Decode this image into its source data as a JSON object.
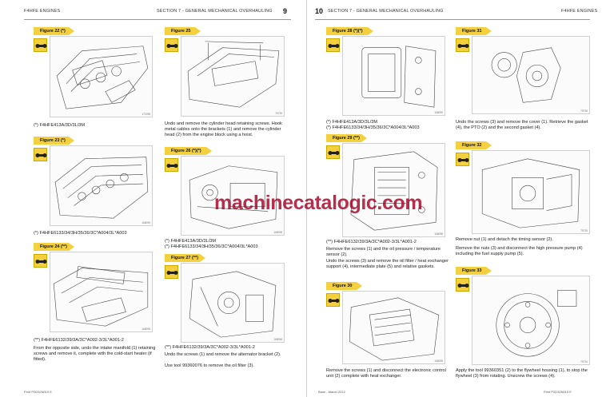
{
  "left_page": {
    "header_left": "F4HFE ENGINES",
    "header_center": "SECTION 7 - GENERAL MECHANICAL OVERHAULING",
    "page_number": "9",
    "footer": "Print P2D32N019 E",
    "figures": {
      "fig22": {
        "title": "Figure 22 (*)",
        "code": "171598"
      },
      "fig23": {
        "title": "Figure 23 (*)",
        "code": "168099"
      },
      "fig24": {
        "title": "Figure 24 (**)",
        "code": "168098"
      },
      "fig25": {
        "title": "Figure 25",
        "code": "75730"
      },
      "fig26": {
        "title": "Figure 26 (*)(*)",
        "code": "168098"
      },
      "fig27": {
        "title": "Figure 27 (**)",
        "code": "168098"
      }
    },
    "texts": {
      "fig22_note": "(*) F4HFE413A/3D/3L/3M",
      "fig23_note": "(*) F4HFE6133/34/3H/35/36/3C*A004/3L*A003",
      "fig24_note": "(**) F4HFE6132/39/3A/3C*A002-3/3L*A001-2",
      "fig24_body": "From the opposite side, undo the intake manifold (1) retaining screws and remove it, complete with the cold-start heater (if fitted).",
      "fig25_body": "Undo and remove the cylinder head retaining screws. Hook metal cables onto the brackets (1) and remove the cylinder head (2) from the engine block using a hoist.",
      "fig26_note1": "(*) F4HFE413A/3D/3L/3M",
      "fig26_note2": "(*) F4HFE6133/34/3H/35/36/3C*A004/3L*A003",
      "fig27_note": "(**) F4HFE6132/39/3A/3C*A002-3/3L*A001-2",
      "fig27_body": "Undo the screws (1) and remove the alternator bracket (2).",
      "fig27_tool": "Use tool 99360076 to remove the oil filter (3)."
    }
  },
  "right_page": {
    "header_left": "SECTION 7 - GENERAL MECHANICAL OVERHAULING",
    "header_right": "F4HFE ENGINES",
    "page_number": "10",
    "footer_left": "Base - March 2012",
    "footer_right": "Print P2D32N019 E",
    "figures": {
      "fig28": {
        "title": "Figure 28 (*)(*)",
        "code": "168099"
      },
      "fig29": {
        "title": "Figure 29 (**)",
        "code": "168098"
      },
      "fig30": {
        "title": "Figure 30",
        "code": "168096"
      },
      "fig31": {
        "title": "Figure 31",
        "code": "75736"
      },
      "fig32": {
        "title": "Figure 32",
        "code": "75739"
      },
      "fig33": {
        "title": "Figure 33",
        "code": "75734"
      }
    },
    "texts": {
      "fig28_note1": "(*) F4HFE413A/3D/3L/3M",
      "fig28_note2": "(*) F4HFE6133/34/3H/35/36/3C*A004/3L*A003",
      "fig29_note": "(**) F4HFE6132/39/3A/3C*A002-3/3L*A001-2",
      "fig29_body1": "Remove the screws (1) and the oil pressure / temperature sensor (2).",
      "fig29_body2": "Undo the screws (3) and remove the oil filter / heat exchanger support (4), intermediate plate (5) and relative gaskets.",
      "fig30_body": "Remove the screws (1) and disconnect the electronic control unit (2) complete with heat exchanger.",
      "fig31_body": "Undo the screws (3) and remove the cover (1). Retrieve the gasket (4), the PTO (2) and the second gasket (4).",
      "fig32_body1": "Remove nut (1) and detach the timing sensor (2).",
      "fig32_body2": "Remove the nuts (3) and disconnect the high pressure pump (4) including the fuel supply pump (5).",
      "fig33_body": "Apply the tool 99360351 (2) to the flywheel housing (1), to stop the flywheel (3) from rotating. Unscrew the screws (4)."
    }
  },
  "watermark": "machinecatalogic.com",
  "colors": {
    "accent_yellow": "#f4d03f",
    "watermark_red": "#a50023"
  }
}
